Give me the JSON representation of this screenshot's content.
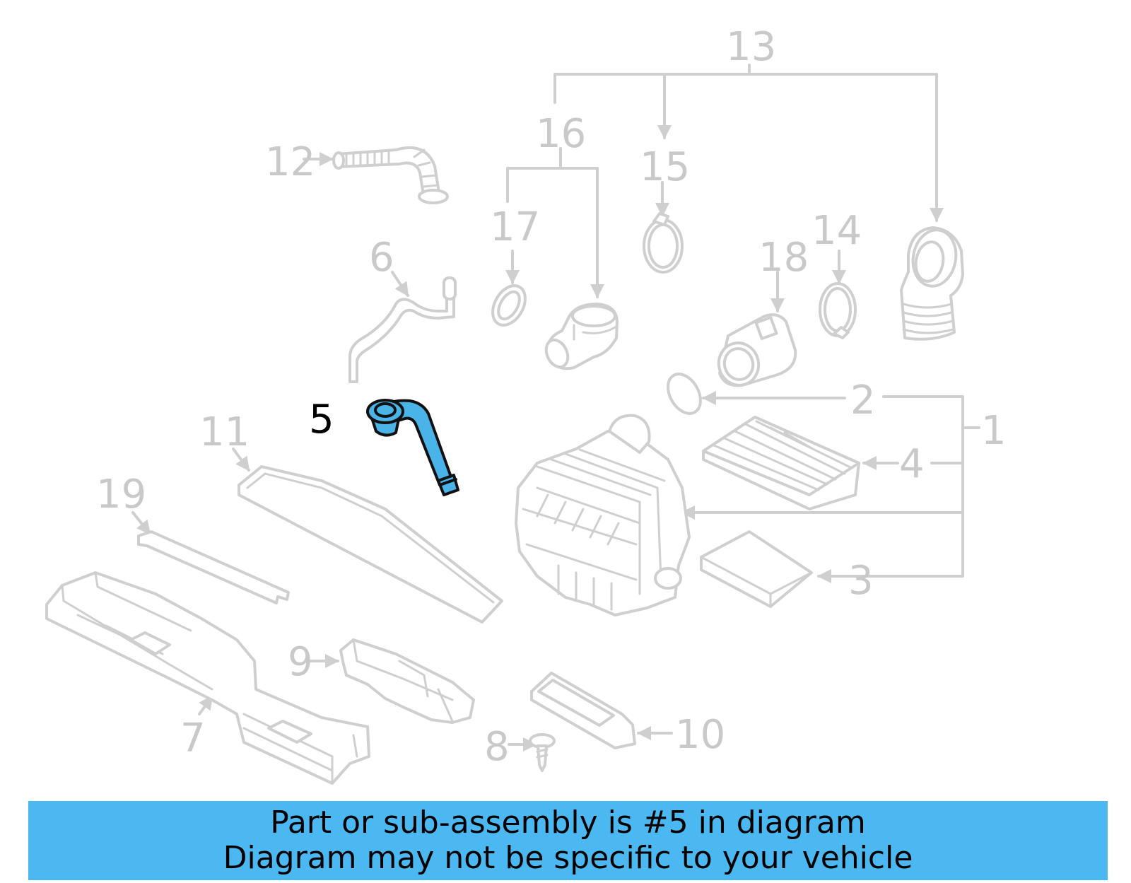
{
  "highlight_color": "#4cb8f2",
  "line_color": "#cfcfcf",
  "highlighted_part": "5",
  "callouts": {
    "c1": "1",
    "c2": "2",
    "c3": "3",
    "c4": "4",
    "c5": "5",
    "c6": "6",
    "c7": "7",
    "c8": "8",
    "c9": "9",
    "c10": "10",
    "c11": "11",
    "c12": "12",
    "c13": "13",
    "c14": "14",
    "c15": "15",
    "c16": "16",
    "c17": "17",
    "c18": "18",
    "c19": "19"
  },
  "banner": {
    "line1": "Part or sub-assembly is #5 in diagram",
    "line2": "Diagram may not be specific to your vehicle"
  }
}
